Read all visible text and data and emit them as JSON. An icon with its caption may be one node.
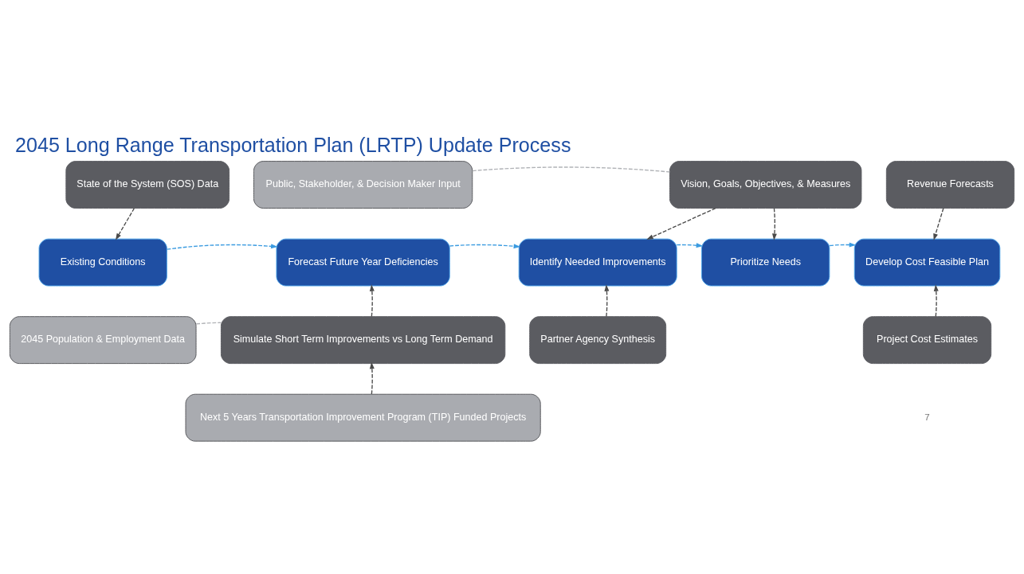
{
  "diagram": {
    "title": "2045 Long Range Transportation Plan (LRTP) Update Process",
    "nodes": [
      {
        "text": [
          "State of the System (SOS) Data"
        ]
      },
      {
        "text": [
          "Public, Stakeholder, & Decision Maker Input"
        ]
      },
      {
        "text": [
          "Vision, Goals, Objectives, & Measures"
        ]
      },
      {
        "text": [
          "Revenue Forecasts"
        ]
      },
      {
        "text": [
          "Existing Conditions"
        ]
      },
      {
        "text": [
          "Forecast Future Year Deficiencies"
        ]
      },
      {
        "text": [
          "Identify Needed Improvements"
        ]
      },
      {
        "text": [
          "Prioritize Needs"
        ]
      },
      {
        "text": [
          "Develop Cost Feasible Plan"
        ]
      },
      {
        "text": [
          "2045 Population & Employment Data"
        ]
      },
      {
        "text": [
          "Simulate Short Term Improvements vs Long Term Demand"
        ]
      },
      {
        "text": [
          "Partner Agency Synthesis"
        ]
      },
      {
        "text": [
          "Next 5 Years Transportation Improvement Program (TIP) Funded Projects"
        ]
      },
      {
        "text": [
          "Project Cost Estimates"
        ]
      }
    ],
    "edges": [
      {
        "from": 0,
        "to": 4,
        "arrow": "to",
        "style": "dashed"
      },
      {
        "from": 1,
        "to": 2,
        "arrow": "none",
        "style": "dashed",
        "color": "#b0b2b6"
      },
      {
        "from": 2,
        "to": 6,
        "arrow": "to",
        "style": "dashed"
      },
      {
        "from": 2,
        "to": 7,
        "arrow": "to",
        "style": "dashed"
      },
      {
        "from": 3,
        "to": 8,
        "arrow": "to",
        "style": "dashed"
      },
      {
        "from": 4,
        "to": 5,
        "arrow": "to",
        "style": "dashed",
        "color": "#3b9be0"
      },
      {
        "from": 5,
        "to": 6,
        "arrow": "to",
        "style": "dashed",
        "color": "#3b9be0"
      },
      {
        "from": 6,
        "to": 7,
        "arrow": "to",
        "style": "dashed",
        "color": "#3b9be0"
      },
      {
        "from": 7,
        "to": 8,
        "arrow": "to",
        "style": "dashed",
        "color": "#3b9be0"
      },
      {
        "from": 9,
        "to": 10,
        "arrow": "none",
        "style": "dashed",
        "color": "#b0b2b6"
      },
      {
        "from": 10,
        "to": 5,
        "arrow": "to",
        "style": "dashed"
      },
      {
        "from": 11,
        "to": 6,
        "arrow": "to",
        "style": "dashed"
      },
      {
        "from": 12,
        "to": 10,
        "arrow": "to",
        "style": "dashed"
      },
      {
        "from": 13,
        "to": 8,
        "arrow": "to",
        "style": "dashed"
      }
    ],
    "labels": [
      "7"
    ]
  }
}
